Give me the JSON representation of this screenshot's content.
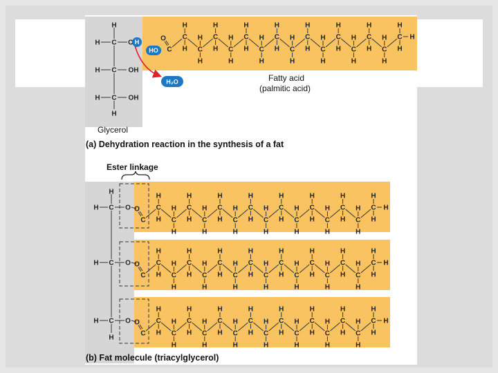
{
  "colors": {
    "fatty_acid_band": "#f9c362",
    "glycerol_band": "#d6d6d6",
    "highlight_blue": "#1c78c2",
    "arrow_red": "#d9252b",
    "bond": "#333333"
  },
  "panel_a": {
    "glycerol_label": "Glycerol",
    "fatty_acid_label": "Fatty acid",
    "fatty_acid_sub": "(palmitic acid)",
    "water_label": "H₂O",
    "ho_label": "HO",
    "h_label": "H",
    "caption": "(a) Dehydration reaction in the synthesis of a fat"
  },
  "panel_b": {
    "ester_label": "Ester linkage",
    "caption": "(b) Fat molecule (triacylglycerol)"
  },
  "atoms": {
    "h": "H",
    "c": "C",
    "o": "O",
    "oh": "OH"
  }
}
